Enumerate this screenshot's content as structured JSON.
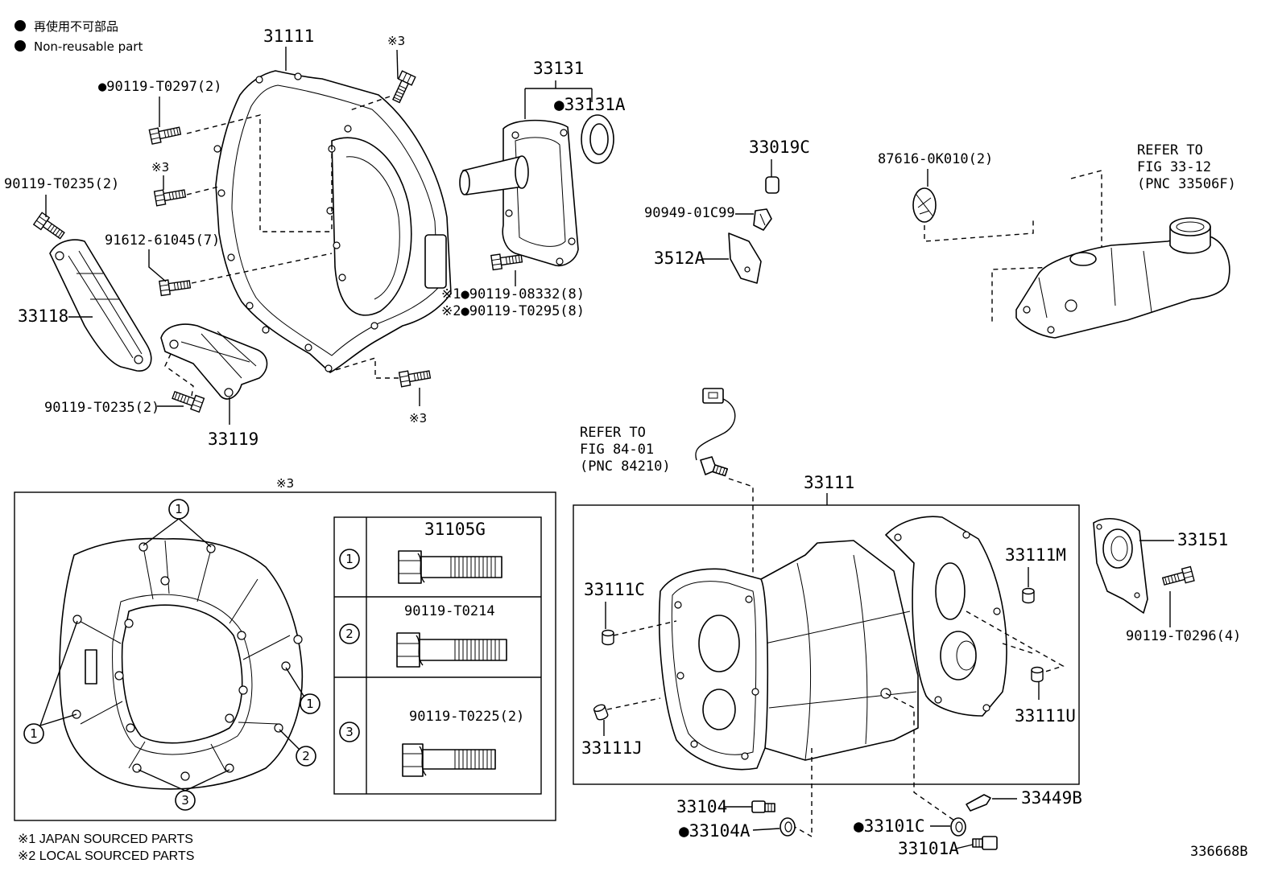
{
  "colors": {
    "ink": "#000000",
    "paper": "#ffffff"
  },
  "legend": {
    "jp": "再使用不可部品",
    "en": "Non-reusable part"
  },
  "upper_left": {
    "housing_label": "31111",
    "mark_top": "※3",
    "bolt_t0297": "●90119-T0297(2)",
    "mark_left": "※3",
    "bolt_t0235_upper": "90119-T0235(2)",
    "bolt_61045": "91612-61045(7)",
    "bracket_33118": "33118",
    "bolt_08332": "※1●90119-08332(8)",
    "bolt_t0295": "※2●90119-T0295(8)",
    "bolt_t0235_lower": "90119-T0235(2)",
    "mark_bottom": "※3",
    "bracket_33119": "33119"
  },
  "retainer": {
    "label": "33131",
    "seal": "●33131A"
  },
  "shift": {
    "hose": "33019C",
    "clip": "87616-0K010(2)",
    "refer": [
      "REFER TO",
      "FIG 33-12",
      "(PNC 33506F)"
    ],
    "clip2": "90949-01C99",
    "bracket": "3512A"
  },
  "sensor": {
    "refer": [
      "REFER TO",
      "FIG 84-01",
      "(PNC 84210)"
    ]
  },
  "detail": {
    "mark": "※3",
    "markers": [
      "1",
      "1",
      "1",
      "2",
      "3"
    ],
    "table": [
      {
        "index": "1",
        "part": "31105G"
      },
      {
        "index": "2",
        "part": "90119-T0214"
      },
      {
        "index": "3",
        "part": "90119-T0225(2)"
      }
    ]
  },
  "case": {
    "label": "33111",
    "plug_c": "33111C",
    "plug_j": "33111J",
    "plug_m": "33111M",
    "plug_u": "33111U",
    "cover": "33151",
    "cover_bolt": "90119-T0296(4)"
  },
  "drain": {
    "plug": "33104",
    "gasket": "●33104A",
    "bracket": "33449B",
    "gasket2": "●33101C",
    "plug2": "33101A"
  },
  "footnotes": [
    "※1 JAPAN SOURCED PARTS",
    "※2 LOCAL SOURCED PARTS"
  ],
  "figure_id": "336668B"
}
